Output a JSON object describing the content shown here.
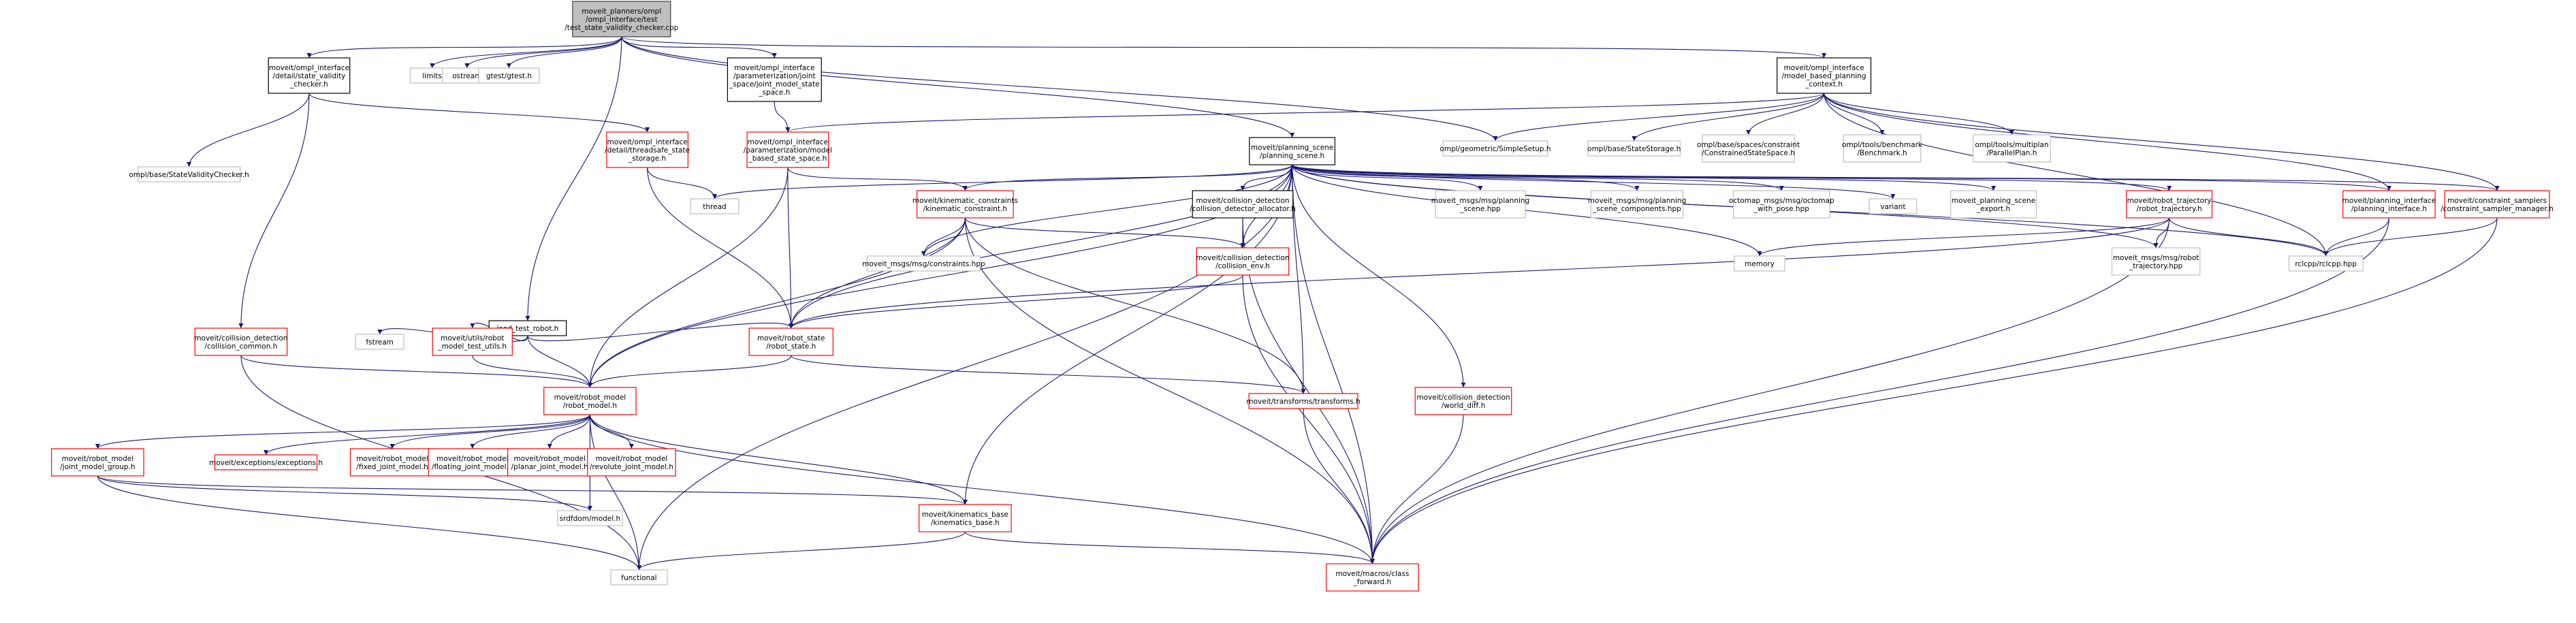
{
  "colors": {
    "edge": "#191970",
    "root_fill": "#bfbfbf",
    "root_border": "#404040",
    "documented_border": "#000000",
    "truncated_border": "#ff0000",
    "external_border": "#bfbfbf"
  },
  "nodes": [
    {
      "id": "root",
      "kind": "root",
      "lines": [
        "moveit_planners/ompl",
        "/ompl_interface/test",
        "/test_state_validity_checker.cpp"
      ]
    },
    {
      "id": "svc",
      "kind": "documented",
      "lines": [
        "moveit/ompl_interface",
        "/detail/state_validity",
        "_checker.h"
      ]
    },
    {
      "id": "limits",
      "kind": "external",
      "lines": [
        "limits"
      ]
    },
    {
      "id": "ostream",
      "kind": "external",
      "lines": [
        "ostream"
      ]
    },
    {
      "id": "gtest",
      "kind": "external",
      "lines": [
        "gtest/gtest.h"
      ]
    },
    {
      "id": "jmssp",
      "kind": "documented",
      "lines": [
        "moveit/ompl_interface",
        "/parameterization/joint",
        "_space/joint_model_state",
        "_space.h"
      ]
    },
    {
      "id": "mbpc",
      "kind": "documented",
      "lines": [
        "moveit/ompl_interface",
        "/model_based_planning",
        "_context.h"
      ]
    },
    {
      "id": "obsvc",
      "kind": "external",
      "lines": [
        "ompl/base/StateValidityChecker.h"
      ]
    },
    {
      "id": "tss",
      "kind": "truncated",
      "lines": [
        "moveit/ompl_interface",
        "/detail/threadsafe_state",
        "_storage.h"
      ]
    },
    {
      "id": "mbss",
      "kind": "truncated",
      "lines": [
        "moveit/ompl_interface",
        "/parameterization/model",
        "_based_state_space.h"
      ]
    },
    {
      "id": "ps",
      "kind": "documented",
      "lines": [
        "moveit/planning_scene",
        "/planning_scene.h"
      ]
    },
    {
      "id": "simplesetup",
      "kind": "external",
      "lines": [
        "ompl/geometric/SimpleSetup.h"
      ]
    },
    {
      "id": "statestorage",
      "kind": "external",
      "lines": [
        "ompl/base/StateStorage.h"
      ]
    },
    {
      "id": "css",
      "kind": "external",
      "lines": [
        "ompl/base/spaces/constraint",
        "/ConstrainedStateSpace.h"
      ]
    },
    {
      "id": "benchmark",
      "kind": "external",
      "lines": [
        "ompl/tools/benchmark",
        "/Benchmark.h"
      ]
    },
    {
      "id": "parallelplan",
      "kind": "external",
      "lines": [
        "ompl/tools/multiplan",
        "/ParallelPlan.h"
      ]
    },
    {
      "id": "thread",
      "kind": "external",
      "lines": [
        "thread"
      ]
    },
    {
      "id": "kc",
      "kind": "truncated",
      "lines": [
        "moveit/kinematic_constraints",
        "/kinematic_constraint.h"
      ]
    },
    {
      "id": "cda",
      "kind": "documented",
      "lines": [
        "moveit/collision_detection",
        "/collision_detector_allocator.h"
      ]
    },
    {
      "id": "msgps",
      "kind": "external",
      "lines": [
        "moveit_msgs/msg/planning",
        "_scene.hpp"
      ]
    },
    {
      "id": "msgpsc",
      "kind": "external",
      "lines": [
        "moveit_msgs/msg/planning",
        "_scene_components.hpp"
      ]
    },
    {
      "id": "octomap",
      "kind": "external",
      "lines": [
        "octomap_msgs/msg/octomap",
        "_with_pose.hpp"
      ]
    },
    {
      "id": "variant",
      "kind": "external",
      "lines": [
        "variant"
      ]
    },
    {
      "id": "psexport",
      "kind": "external",
      "lines": [
        "moveit_planning_scene",
        "_export.h"
      ]
    },
    {
      "id": "rt",
      "kind": "truncated",
      "lines": [
        "moveit/robot_trajectory",
        "/robot_trajectory.h"
      ]
    },
    {
      "id": "pi",
      "kind": "truncated",
      "lines": [
        "moveit/planning_interface",
        "/planning_interface.h"
      ]
    },
    {
      "id": "csm",
      "kind": "truncated",
      "lines": [
        "moveit/constraint_samplers",
        "/constraint_sampler_manager.h"
      ]
    },
    {
      "id": "constraints",
      "kind": "external",
      "lines": [
        "moveit_msgs/msg/constraints.hpp"
      ]
    },
    {
      "id": "cenv",
      "kind": "truncated",
      "lines": [
        "moveit/collision_detection",
        "/collision_env.h"
      ]
    },
    {
      "id": "memory",
      "kind": "external",
      "lines": [
        "memory"
      ]
    },
    {
      "id": "msgrt",
      "kind": "external",
      "lines": [
        "moveit_msgs/msg/robot",
        "_trajectory.hpp"
      ]
    },
    {
      "id": "rclcpp",
      "kind": "external",
      "lines": [
        "rclcpp/rclcpp.hpp"
      ]
    },
    {
      "id": "ltr",
      "kind": "documented",
      "lines": [
        "load_test_robot.h"
      ]
    },
    {
      "id": "fstream",
      "kind": "external",
      "lines": [
        "fstream"
      ]
    },
    {
      "id": "rmtu",
      "kind": "truncated",
      "lines": [
        "moveit/utils/robot",
        "_model_test_utils.h"
      ]
    },
    {
      "id": "cc",
      "kind": "truncated",
      "lines": [
        "moveit/collision_detection",
        "/collision_common.h"
      ]
    },
    {
      "id": "rs",
      "kind": "truncated",
      "lines": [
        "moveit/robot_state",
        "/robot_state.h"
      ]
    },
    {
      "id": "rm",
      "kind": "truncated",
      "lines": [
        "moveit/robot_model",
        "/robot_model.h"
      ]
    },
    {
      "id": "tf",
      "kind": "truncated",
      "lines": [
        "moveit/transforms/transforms.h"
      ]
    },
    {
      "id": "wd",
      "kind": "truncated",
      "lines": [
        "moveit/collision_detection",
        "/world_diff.h"
      ]
    },
    {
      "id": "jmg",
      "kind": "truncated",
      "lines": [
        "moveit/robot_model",
        "/joint_model_group.h"
      ]
    },
    {
      "id": "exc",
      "kind": "truncated",
      "lines": [
        "moveit/exceptions/exceptions.h"
      ]
    },
    {
      "id": "fjm",
      "kind": "truncated",
      "lines": [
        "moveit/robot_model",
        "/fixed_joint_model.h"
      ]
    },
    {
      "id": "flj",
      "kind": "truncated",
      "lines": [
        "moveit/robot_model",
        "/floating_joint_model.h"
      ]
    },
    {
      "id": "pjm",
      "kind": "truncated",
      "lines": [
        "moveit/robot_model",
        "/planar_joint_model.h"
      ]
    },
    {
      "id": "rjm",
      "kind": "truncated",
      "lines": [
        "moveit/robot_model",
        "/revolute_joint_model.h"
      ]
    },
    {
      "id": "srdf",
      "kind": "external",
      "lines": [
        "srdfdom/model.h"
      ]
    },
    {
      "id": "kb",
      "kind": "truncated",
      "lines": [
        "moveit/kinematics_base",
        "/kinematics_base.h"
      ]
    },
    {
      "id": "functional",
      "kind": "external",
      "lines": [
        "functional"
      ]
    },
    {
      "id": "macros",
      "kind": "truncated",
      "lines": [
        "moveit/macros/class",
        "_forward.h"
      ]
    }
  ],
  "edges": [
    [
      "root",
      "svc"
    ],
    [
      "root",
      "limits"
    ],
    [
      "root",
      "ostream"
    ],
    [
      "root",
      "gtest"
    ],
    [
      "root",
      "jmssp"
    ],
    [
      "root",
      "mbpc"
    ],
    [
      "root",
      "ps"
    ],
    [
      "root",
      "ltr"
    ],
    [
      "root",
      "simplesetup"
    ],
    [
      "svc",
      "obsvc"
    ],
    [
      "svc",
      "tss"
    ],
    [
      "svc",
      "cc"
    ],
    [
      "jmssp",
      "mbss"
    ],
    [
      "mbpc",
      "mbss"
    ],
    [
      "mbpc",
      "simplesetup"
    ],
    [
      "mbpc",
      "statestorage"
    ],
    [
      "mbpc",
      "css"
    ],
    [
      "mbpc",
      "benchmark"
    ],
    [
      "mbpc",
      "parallelplan"
    ],
    [
      "mbpc",
      "pi"
    ],
    [
      "mbpc",
      "csm"
    ],
    [
      "mbpc",
      "rclcpp"
    ],
    [
      "tss",
      "thread"
    ],
    [
      "tss",
      "rs"
    ],
    [
      "mbss",
      "rs"
    ],
    [
      "mbss",
      "rm"
    ],
    [
      "mbss",
      "kc"
    ],
    [
      "ps",
      "thread"
    ],
    [
      "ps",
      "kc"
    ],
    [
      "ps",
      "cda"
    ],
    [
      "ps",
      "msgps"
    ],
    [
      "ps",
      "msgpsc"
    ],
    [
      "ps",
      "octomap"
    ],
    [
      "ps",
      "variant"
    ],
    [
      "ps",
      "psexport"
    ],
    [
      "ps",
      "rt"
    ],
    [
      "ps",
      "pi"
    ],
    [
      "ps",
      "csm"
    ],
    [
      "ps",
      "constraints"
    ],
    [
      "ps",
      "cenv"
    ],
    [
      "ps",
      "memory"
    ],
    [
      "ps",
      "msgrt"
    ],
    [
      "ps",
      "rclcpp"
    ],
    [
      "ps",
      "rs"
    ],
    [
      "ps",
      "rm"
    ],
    [
      "ps",
      "tf"
    ],
    [
      "ps",
      "wd"
    ],
    [
      "ps",
      "kb"
    ],
    [
      "ps",
      "functional"
    ],
    [
      "ps",
      "macros"
    ],
    [
      "kc",
      "constraints"
    ],
    [
      "kc",
      "cenv"
    ],
    [
      "kc",
      "rs"
    ],
    [
      "kc",
      "rm"
    ],
    [
      "kc",
      "tf"
    ],
    [
      "kc",
      "macros"
    ],
    [
      "cda",
      "cenv"
    ],
    [
      "cda",
      "macros"
    ],
    [
      "cenv",
      "rs"
    ],
    [
      "cenv",
      "macros"
    ],
    [
      "rt",
      "memory"
    ],
    [
      "rt",
      "msgrt"
    ],
    [
      "rt",
      "rclcpp"
    ],
    [
      "rt",
      "rs"
    ],
    [
      "rt",
      "macros"
    ],
    [
      "pi",
      "rclcpp"
    ],
    [
      "pi",
      "macros"
    ],
    [
      "csm",
      "rclcpp"
    ],
    [
      "csm",
      "macros"
    ],
    [
      "ltr",
      "fstream"
    ],
    [
      "ltr",
      "rmtu"
    ],
    [
      "ltr",
      "rs"
    ],
    [
      "ltr",
      "rm"
    ],
    [
      "rmtu",
      "rm"
    ],
    [
      "cc",
      "rm"
    ],
    [
      "cc",
      "functional"
    ],
    [
      "rs",
      "rm"
    ],
    [
      "rs",
      "tf"
    ],
    [
      "rm",
      "jmg"
    ],
    [
      "rm",
      "exc"
    ],
    [
      "rm",
      "fjm"
    ],
    [
      "rm",
      "flj"
    ],
    [
      "rm",
      "pjm"
    ],
    [
      "rm",
      "rjm"
    ],
    [
      "rm",
      "srdf"
    ],
    [
      "rm",
      "kb"
    ],
    [
      "rm",
      "functional"
    ],
    [
      "rm",
      "macros"
    ],
    [
      "tf",
      "macros"
    ],
    [
      "wd",
      "macros"
    ],
    [
      "jmg",
      "srdf"
    ],
    [
      "jmg",
      "kb"
    ],
    [
      "jmg",
      "functional"
    ],
    [
      "kb",
      "functional"
    ],
    [
      "kb",
      "macros"
    ]
  ]
}
